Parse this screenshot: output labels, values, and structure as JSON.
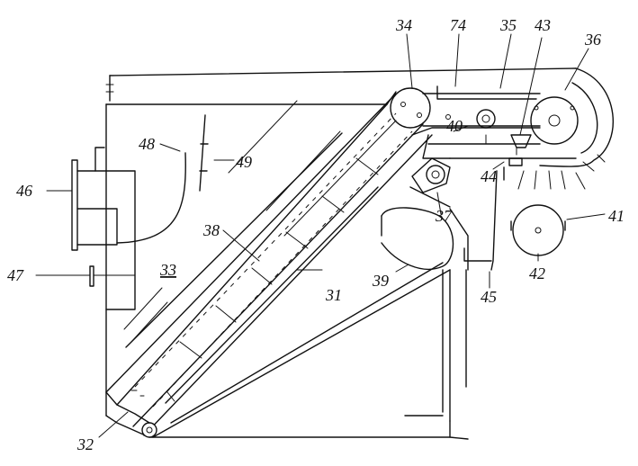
{
  "figure": {
    "labels": {
      "l31": "31",
      "l32": "32",
      "l33": "33",
      "l34": "34",
      "l35": "35",
      "l36": "36",
      "l37": "37",
      "l38": "38",
      "l39": "39",
      "l40": "40",
      "l41": "41",
      "l42": "42",
      "l43": "43",
      "l44": "44",
      "l45": "45",
      "l46": "46",
      "l47": "47",
      "l48": "48",
      "l49": "49",
      "l74": "74"
    }
  }
}
